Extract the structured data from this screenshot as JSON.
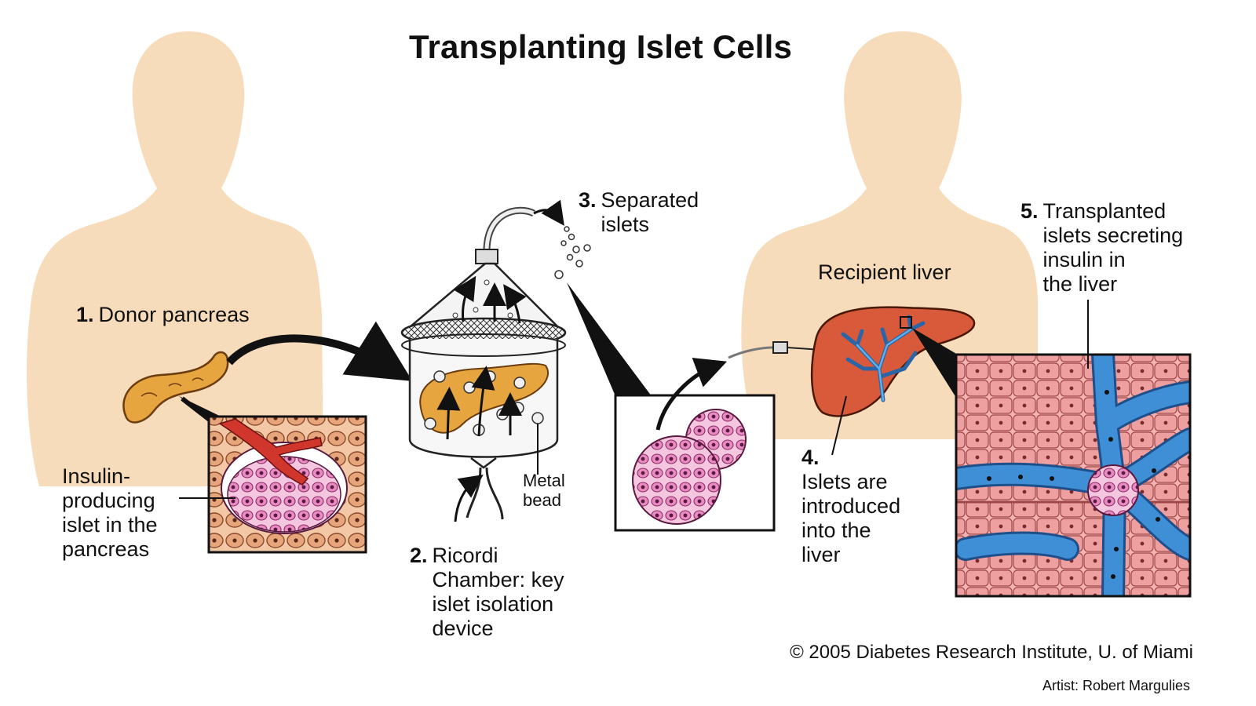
{
  "title": "Transplanting Islet Cells",
  "steps": [
    {
      "number": "1.",
      "text": "Donor pancreas"
    },
    {
      "number": "2.",
      "text": "Ricordi\nChamber: key\nislet isolation\ndevice"
    },
    {
      "number": "3.",
      "text": "Separated\nislets"
    },
    {
      "number": "4.",
      "text": "Islets are\nintroduced\ninto the\nliver"
    },
    {
      "number": "5.",
      "text": "Transplanted\nislets secreting\ninsulin in\nthe liver"
    }
  ],
  "labels": {
    "insulin_islet": "Insulin-\nproducing\nislet in the\npancreas",
    "metal_bead": "Metal\nbead",
    "recipient_liver": "Recipient liver"
  },
  "credits": {
    "copyright": "© 2005 Diabetes Research Institute, U. of Miami",
    "artist": "Artist: Robert Margulies"
  },
  "colors": {
    "skin": "#f6dcba",
    "pancreas": "#e7a53f",
    "liver": "#d95a3a",
    "vessel": "#3f8fd6",
    "islet": "#e77fb8",
    "tissue": "#d98b57"
  }
}
